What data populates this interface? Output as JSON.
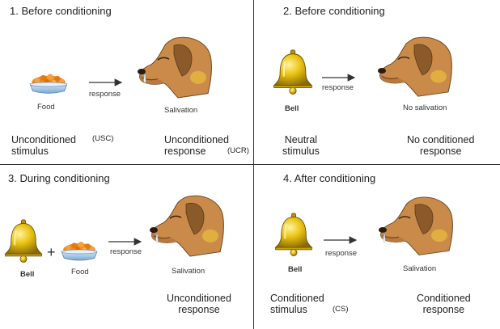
{
  "panels": [
    {
      "title": "1.  Before conditioning",
      "input_label": "Food",
      "arrow_label": "response",
      "output_label": "Salivation",
      "left_caption": "Unconditioned\nstimulus",
      "left_abbr": "(USC)",
      "right_caption": "Unconditioned\nresponse",
      "right_abbr": "(UCR)"
    },
    {
      "title": "2.  Before conditioning",
      "input_label": "Bell",
      "arrow_label": "response",
      "output_label": "No salivation",
      "left_caption": "Neutral\nstimulus",
      "right_caption": "No conditioned\nresponse"
    },
    {
      "title": "3.  During conditioning",
      "input_label": "Bell",
      "plus": "+",
      "input2_label": "Food",
      "arrow_label": "response",
      "output_label": "Salivation",
      "right_caption": "Unconditioned\nresponse"
    },
    {
      "title": "4.  After conditioning",
      "input_label": "Bell",
      "arrow_label": "response",
      "output_label": "Salivation",
      "left_caption": "Conditioned\nstimulus",
      "left_abbr": "(CS)",
      "right_caption": "Conditioned\nresponse"
    }
  ],
  "icons": {
    "bell": "bell-icon",
    "food": "food-bowl-icon",
    "dog": "dog-head-icon",
    "arrow": "arrow-right-icon"
  },
  "colors": {
    "bell_gold": "#e8c210",
    "bell_dark": "#a8820a",
    "food_orange": "#f08a1c",
    "bowl_blue": "#a9c8e8",
    "dog_brown": "#c98a4a",
    "dog_dark": "#8a5a2a",
    "dog_patch": "#e2b040",
    "divider": "#333333"
  }
}
